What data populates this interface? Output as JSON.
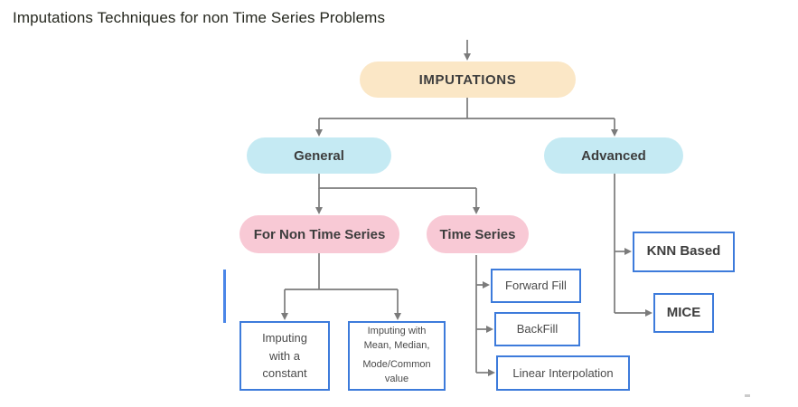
{
  "title": "Imputations Techniques for non Time Series Problems",
  "colors": {
    "root_fill": "#FBE7C6",
    "branch_fill": "#C5EAF3",
    "group_fill": "#F8C9D5",
    "box_border": "#3D7BDB",
    "line": "#7B7B7B",
    "text": "#3D3D3D",
    "caret": "#4A86E8"
  },
  "nodes": {
    "root": "IMPUTATIONS",
    "general": "General",
    "advanced": "Advanced",
    "non_time_series": "For Non Time Series",
    "time_series": "Time Series",
    "imputing_constant": "Imputing with a constant",
    "imputing_stats_line1": "Imputing with Mean, Median,",
    "imputing_stats_line2": "Mode/Common value",
    "forward_fill": "Forward Fill",
    "backfill": "BackFill",
    "linear_interpolation": "Linear Interpolation",
    "knn_based": "KNN Based",
    "mice": "MICE"
  }
}
